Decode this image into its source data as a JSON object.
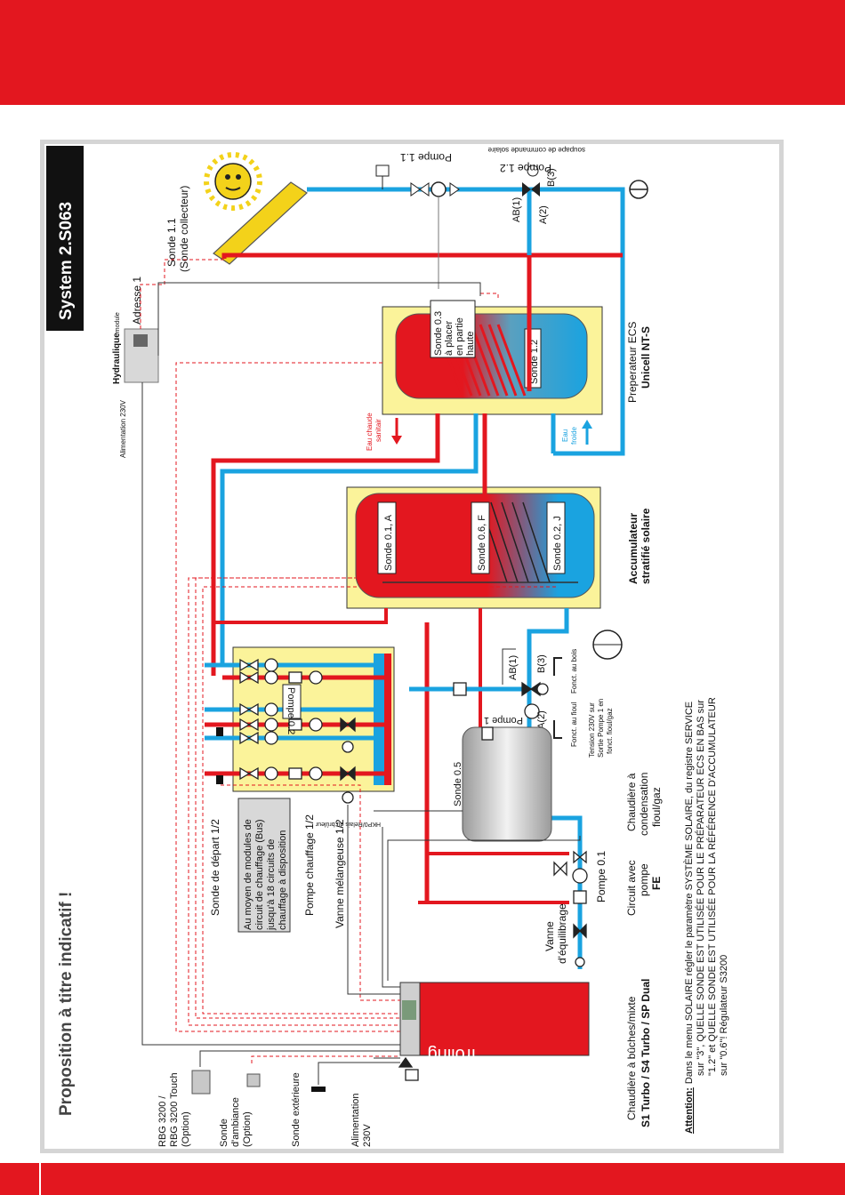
{
  "title": "System 2.S063",
  "subtitle": "Proposition à titre indicatif !",
  "colors": {
    "brand_red": "#e3171f",
    "hot_pipe": "#e3171f",
    "cold_pipe": "#1aa3e0",
    "panel_yellow": "#fbf39a",
    "collector": "#f3d21a"
  },
  "hydraulique": {
    "alimentation": "Alimentation 230V",
    "label": "Hydraulique",
    "suffix": "module",
    "adresse": "Adresse 1"
  },
  "solar": {
    "sonde_collecteur_1": "Sonde 1.1",
    "sonde_collecteur_2": "(Sonde collecteur)",
    "pompe_1_1": "Pompe 1.1",
    "pompe_1_2": "Pompe 1.2",
    "soupape": "soupape de commande solaire",
    "ab1": "AB(1)",
    "a2": "A(2)",
    "b3": "B(3)"
  },
  "preparateur": {
    "sonde_03": [
      "Sonde 0.3",
      "à placer",
      "en partie",
      "haute"
    ],
    "sonde_12": "Sonde 1.2",
    "eau_chaude": [
      "Eau chaude",
      "sanitair"
    ],
    "eau_froide": [
      "Eau",
      "froide"
    ],
    "name_1": "Preperateur ECS",
    "name_2": "Unicell NT-S"
  },
  "accumulateur": {
    "sonde_01": "Sonde 0.1, A",
    "sonde_06": "Sonde 0.6, F",
    "sonde_02": "Sonde 0.2, J",
    "name_1": "Accumulateur",
    "name_2": "stratifié solaire"
  },
  "circuits": {
    "pompe_02": "Pompe 0.2",
    "sonde_depart": "Sonde de départ 1/2",
    "bus_note": [
      "Au moyen de modules de",
      "circuit de chauffage (Bus)",
      "jusqu'à 18 circuits de",
      "chauffage à disposition"
    ],
    "pompe_chauffage": "Pompe chauffage 1/2",
    "vanne_melangeuse": "Vanne mélangeuse 1/2"
  },
  "boiler_oil": {
    "pompe_1": "Pompe 1",
    "ab1": "AB(1)",
    "a2": "A(2)",
    "b3": "B(3)",
    "fonct_fioul": "Fonct. au fioul",
    "fonct_bois": "Fonct. au bois",
    "tension": [
      "Tension 230V sur",
      "Sortie Pompe 1 en",
      "fonct. fioul/gaz"
    ],
    "sonde_05": "Sonde 0.5",
    "hkp0": "HKP0/Relais du brûleur",
    "chaudiere_cond": [
      "Chaudière à",
      "condensation",
      "fioul/gaz"
    ]
  },
  "loading": {
    "pompe_01": "Pompe 0.1",
    "circuit": [
      "Circuit avec",
      "pompe"
    ],
    "circuit_fe": "FE",
    "vanne": [
      "Vanne",
      "d'équilibrage"
    ]
  },
  "boiler_wood": {
    "brand": "froling",
    "name_1": "Chaudière à bûches/mixte",
    "name_2": "S1 Turbo / S4 Turbo / SP Dual"
  },
  "left_labels": {
    "rbg": [
      "RBG 3200 /",
      "RBG 3200 Touch",
      "(Option)"
    ],
    "sonde_ambiance": [
      "Sonde",
      "d'ambiance",
      "(Option)"
    ],
    "sonde_exterieure": "Sonde extérieure",
    "alimentation": [
      "Alimentation",
      "230V"
    ]
  },
  "attention": {
    "label": "Attention:",
    "lines": [
      "Dans le menu SOLAIRE régler le paramètre SYSTÈME SOLAIRE, du registre SERVICE",
      "sur \"3\", QUELLE SONDE EST UTILISÉE POUR LE PRÉPARATEUR ECS EN BAS sur",
      "\"1.2\" et QUELLE SONDE EST UTILISÉE POUR LA RÉFÉRENCE D'ACCUMULATEUR",
      "sur \"0.6\"!  Régulateur S3200"
    ]
  }
}
